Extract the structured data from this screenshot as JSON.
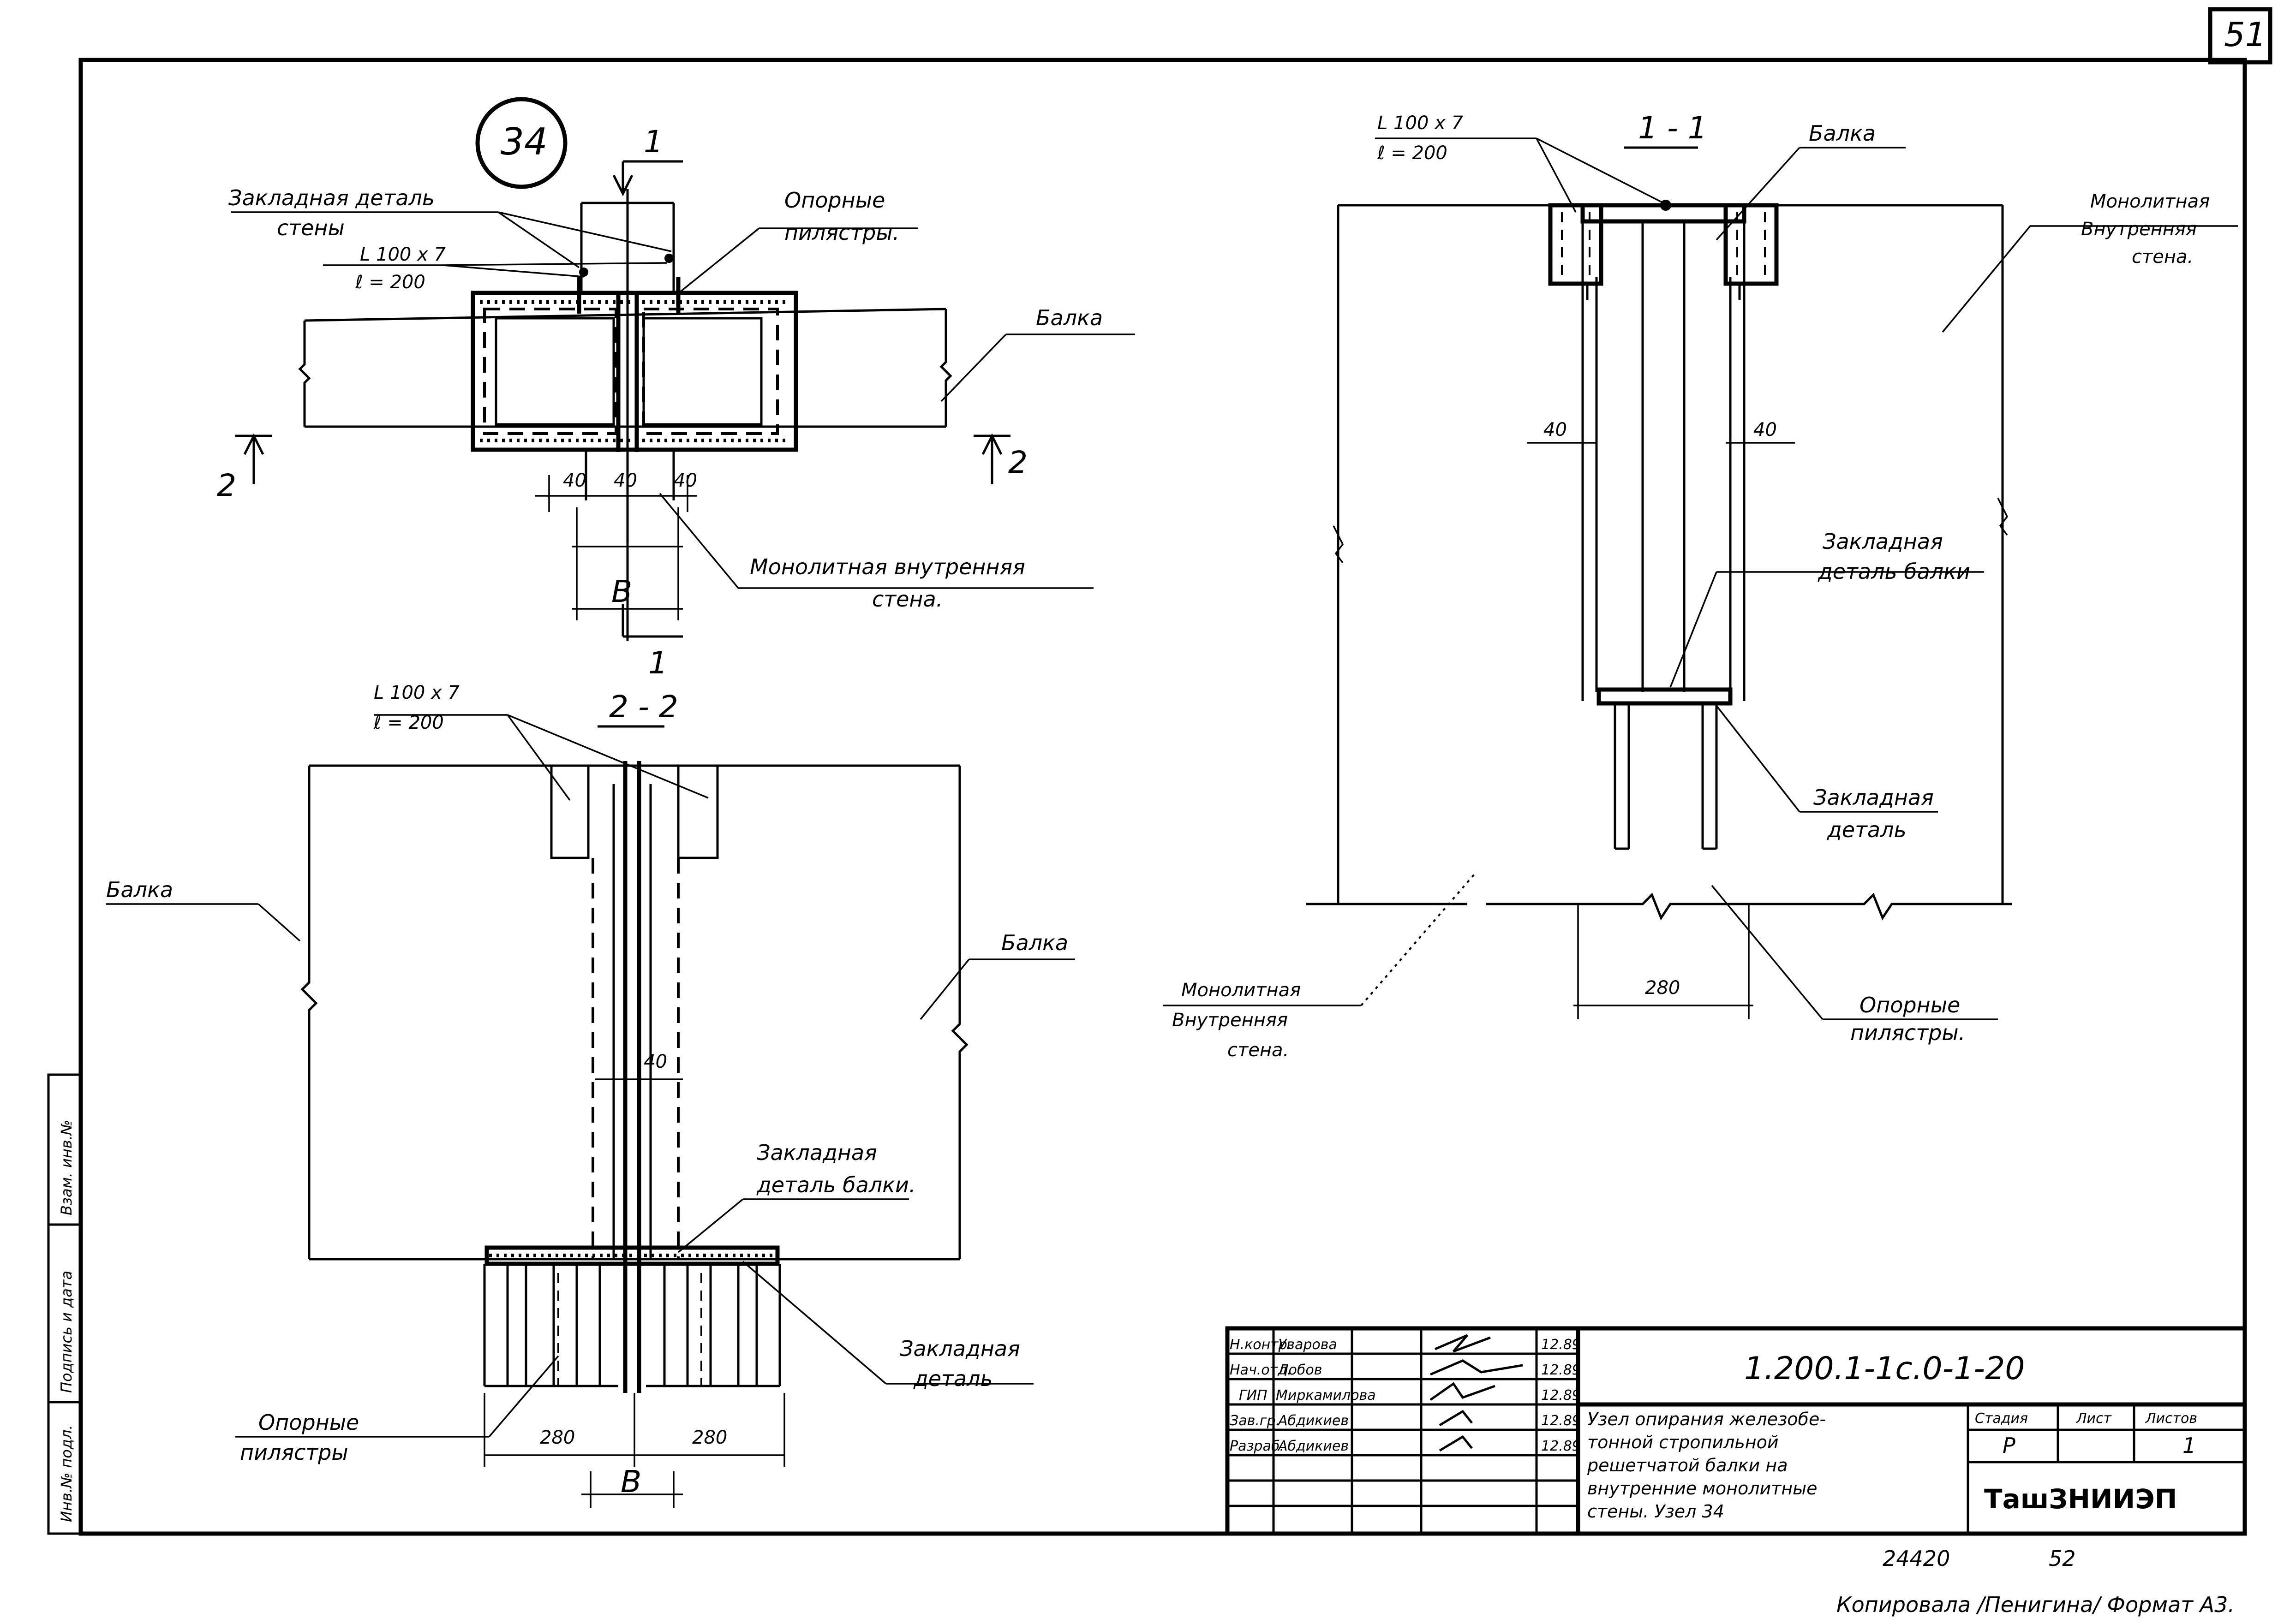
{
  "sheet": {
    "sheet_number": "51",
    "node_label": "34",
    "copied_by": "Копировала /Пенигина/ Формат А3.",
    "archive_number": "24420",
    "archive_sheet": "52"
  },
  "plan_view": {
    "section_mark_top": "1",
    "section_mark_bottom": "1",
    "section_mark_left": "2",
    "section_mark_right": "2",
    "label_embedded_wall_line1": "Закладная деталь",
    "label_embedded_wall_line2": "стены",
    "label_angle": "L 100 x 7",
    "label_angle_len": "ℓ = 200",
    "label_pilasters_line1": "Опорные",
    "label_pilasters_line2": "пилястры.",
    "label_beam": "Балка",
    "label_wall_line1": "Монолитная внутренняя",
    "label_wall_line2": "стена.",
    "dim_40_a": "40",
    "dim_40_b": "40",
    "dim_40_c": "40",
    "dim_b": "В"
  },
  "section_1_1": {
    "title": "1 - 1",
    "label_angle": "L 100 x 7",
    "label_angle_len": "ℓ = 200",
    "label_beam": "Балка",
    "label_wall_line1": "Монолитная",
    "label_wall_line2": "Внутренняя",
    "label_wall_line3": "стена.",
    "dim_40_left": "40",
    "dim_40_right": "40",
    "label_embedded_beam_line1": "Закладная",
    "label_embedded_beam_line2": "деталь балки",
    "label_embedded_line1": "Закладная",
    "label_embedded_line2": "деталь",
    "dim_280": "280",
    "label_wall2_line1": "Монолитная",
    "label_wall2_line2": "Внутренняя",
    "label_wall2_line3": "стена.",
    "label_pilasters_line1": "Опорные",
    "label_pilasters_line2": "пилястры."
  },
  "section_2_2": {
    "title": "2 - 2",
    "label_angle": "L 100 x 7",
    "label_angle_len": "ℓ = 200",
    "label_beam_left": "Балка",
    "label_beam_right": "Балка",
    "dim_40": "40",
    "label_embedded_beam_line1": "Закладная",
    "label_embedded_beam_line2": "деталь балки.",
    "label_embedded_line1": "Закладная",
    "label_embedded_line2": "деталь",
    "label_pilasters_line1": "Опорные",
    "label_pilasters_line2": "пилястры",
    "dim_280_left": "280",
    "dim_280_right": "280",
    "dim_b": "В"
  },
  "side_stamp": {
    "cell1": "Инв.№ подл.",
    "cell2": "Подпись и дата",
    "cell3": "Взам. инв.№"
  },
  "title_block": {
    "code": "1.200.1-1с.0-1-20",
    "rows": [
      {
        "role": "Н.контр.",
        "name": "Уварова",
        "date": "12.89"
      },
      {
        "role": "Нач.отд.",
        "name": "Лобов",
        "date": "12.89"
      },
      {
        "role": "ГИП",
        "name": "Миркамилова",
        "date": "12.89"
      },
      {
        "role": "Зав.гр.",
        "name": "Абдикиев",
        "date": "12.89"
      },
      {
        "role": "Разраб.",
        "name": "Абдикиев",
        "date": "12.89"
      }
    ],
    "title_line1": "Узел опирания железобе-",
    "title_line2": "тонной стропильной",
    "title_line3": "решетчатой балки на",
    "title_line4": "внутренние монолитные",
    "title_line5": "стены. Узел 34",
    "stage_header": "Стадия",
    "sheet_header": "Лист",
    "sheets_header": "Листов",
    "stage_value": "Р",
    "sheet_value": "",
    "sheets_value": "1",
    "organization": "ТашЗНИИЭП"
  }
}
